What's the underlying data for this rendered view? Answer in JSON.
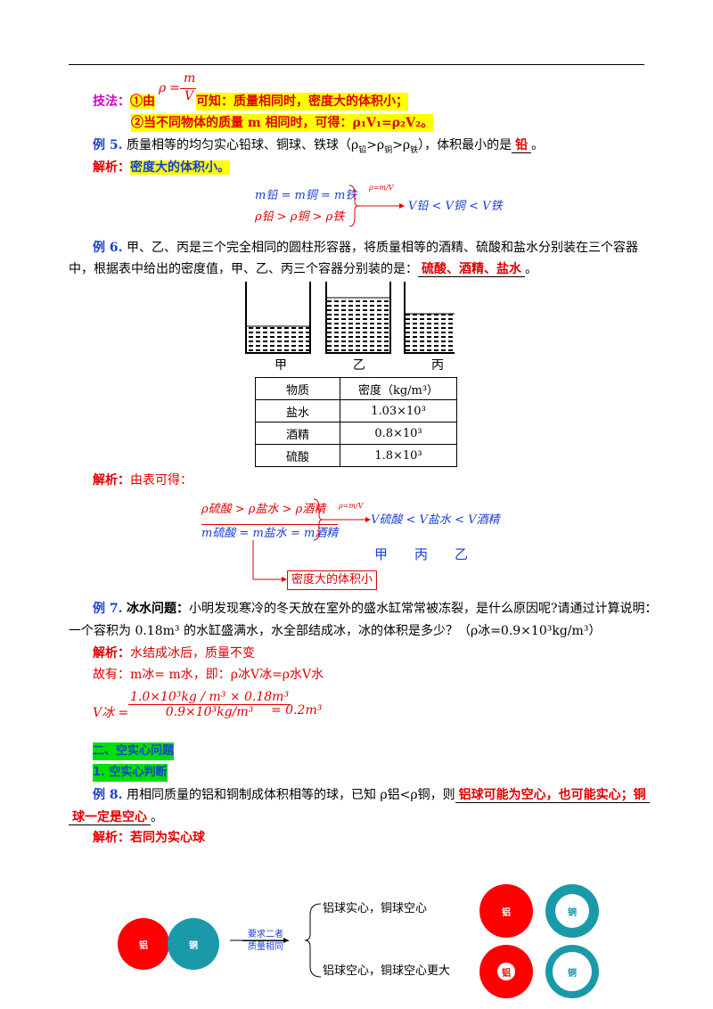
{
  "tip": {
    "label": "技法：",
    "item1_prefix": "①由",
    "formula_rho": "ρ",
    "formula_eq": "=",
    "formula_num": "m",
    "formula_den": "V",
    "item1_text": "可知：质量相同时，密度大的体积小；",
    "item2_text": "②当不同物体的质量 m 相同时，可得：ρ₁V₁=ρ₂V₂。"
  },
  "ex5": {
    "label": "例 5.",
    "text1": "质量相等的均匀实心铅球、铜球、铁球（ρ",
    "sub_lead": "铅",
    "gt1": ">ρ",
    "sub_cu": "铜",
    "gt2": ">ρ",
    "sub_fe": "铁",
    "text2": "），体积最小的是",
    "answer": "铅",
    "end": "。",
    "analysis_label": "解析：",
    "analysis_text": "密度大的体积小。",
    "eq_m": "m铅 = m铜 = m铁",
    "eq_rho": "ρ铅 > ρ铜 > ρ铁",
    "arrow_label": "ρ=m/V",
    "eq_v": "V铅 < V铜 < V铁"
  },
  "ex6": {
    "label": "例 6.",
    "text_line1": "甲、乙、丙是三个完全相同的圆柱形容器，将质量相等的酒精、硫酸和盐水分别装在三个容器",
    "text_line2": "中，根据表中给出的密度值，甲、乙、丙三个容器分别装的是：",
    "answer": "硫酸、酒精、盐水",
    "end": "。",
    "container_labels": [
      "甲",
      "乙",
      "丙"
    ],
    "table": {
      "headers": [
        "物质",
        "密度（kg/m³）"
      ],
      "rows": [
        [
          "盐水",
          "1.03×10³"
        ],
        [
          "酒精",
          "0.8×10³"
        ],
        [
          "硫酸",
          "1.8×10³"
        ]
      ]
    },
    "analysis_label": "解析：",
    "analysis_text": "由表可得：",
    "eq_rho": "ρ硫酸 > ρ盐水 > ρ酒精",
    "eq_m": "m硫酸 = m盐水 = m酒精",
    "arrow_label": "ρ=m/V",
    "eq_v": "V硫酸 < V盐水 < V酒精",
    "order": "甲　　丙　　乙",
    "box_text": "密度大的体积小"
  },
  "ex7": {
    "label": "例 7.",
    "title": "冰水问题：",
    "text_line1": "小明发现寒冷的冬天放在室外的盛水缸常常被冻裂，是什么原因呢?请通过计算说明：",
    "text_line2": "一个容积为 0.18m³ 的水缸盛满水，水全部结成冰，冰的体积是多少？（ρ冰=0.9×10³kg/m³）",
    "analysis_label": "解析：",
    "analysis_text": "水结成冰后，质量不变",
    "therefore": "故有：m冰= m水，即：ρ冰V冰=ρ水V水",
    "v_lhs": "V冰 =",
    "v_num": "1.0×10³kg / m³ × 0.18m³",
    "v_den": "0.9×10³kg/m³",
    "v_rhs": "= 0.2m³"
  },
  "section2": {
    "title": "二、空实心问题",
    "sub1": "1. 空实心判断"
  },
  "ex8": {
    "label": "例 8.",
    "text1": "用相同质量的铝和铜制成体积相等的球，已知 ρ铝<ρ铜，则",
    "answer_line1": "铝球可能为空心，也可能实心；铜",
    "answer_line2": "球一定是空心",
    "end": "。",
    "analysis_label": "解析：",
    "analysis_text": "若同为实心球",
    "ball_al": "铝",
    "ball_cu": "铜",
    "condition_line1": "要求二者",
    "condition_line2": "质量相同",
    "case1": "铝球实心，铜球空心",
    "case2": "铝球空心，铜球空心更大"
  },
  "colors": {
    "red": "#e00000",
    "blue": "#1a3fd6",
    "magenta": "#d400c8",
    "highlight_yellow": "#ffff00",
    "highlight_green": "#00e000",
    "al_ball": "#ff0000",
    "cu_ball": "#1a9aa8"
  }
}
